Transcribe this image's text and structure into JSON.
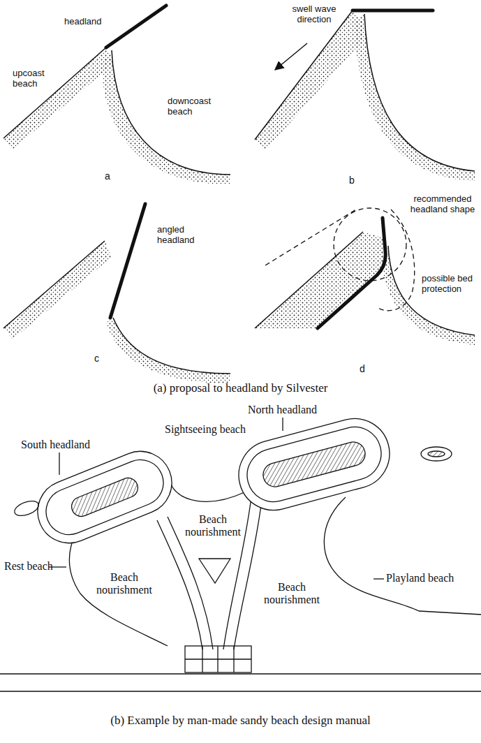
{
  "diagram": {
    "labels": [
      "headland",
      "upcoast beach",
      "downcoast beach",
      "a",
      "swell wave direction",
      "b",
      "angled headland",
      "c",
      "recommended headland shape",
      "possible bed protection",
      "d",
      "(a) proposal to headland by Silvester",
      "Sightseeing beach",
      "North headland",
      "South headland",
      "Beach nourishment",
      "Rest beach",
      "Beach nourishment",
      "Beach nourishment",
      "Playland beach",
      "(b) Example by man-made sandy beach design manual"
    ]
  }
}
